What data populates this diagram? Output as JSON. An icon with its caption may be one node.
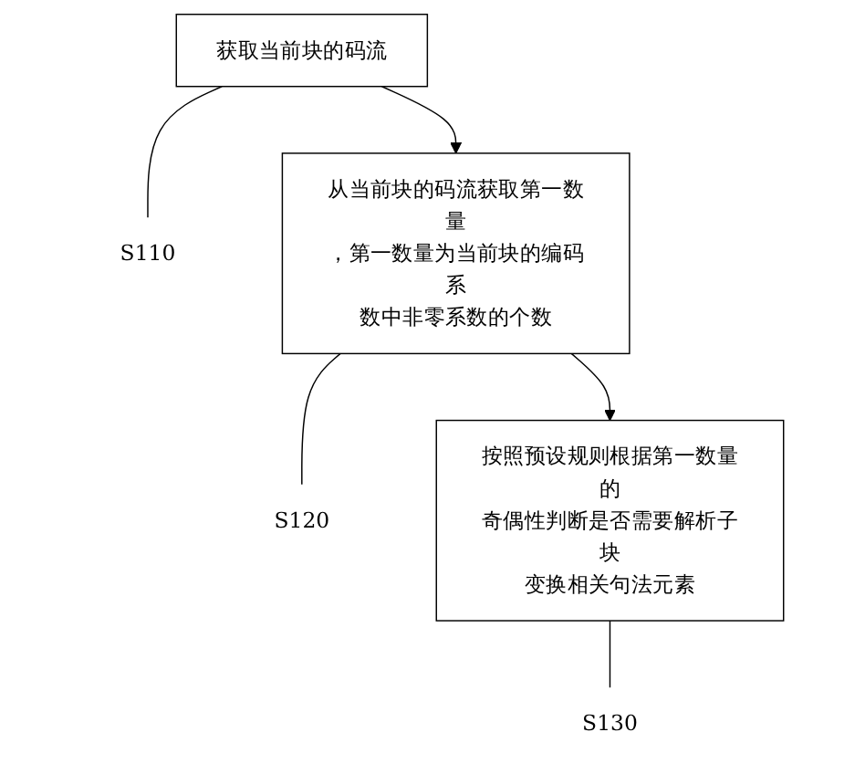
{
  "diagram": {
    "nodes": [
      {
        "text": [
          "获取当前块的码流"
        ]
      },
      {
        "text": [
          "S110"
        ]
      },
      {
        "text": [
          "从当前块的码流获取第一数量，第一数量为当前块的编码系数中非零系数的个数"
        ]
      },
      {
        "text": [
          "S120"
        ]
      },
      {
        "text": [
          "按照预设规则根据第一数量的奇偶性判断是否需要解析子块变换相关句法元素"
        ]
      },
      {
        "text": [
          "S130"
        ]
      }
    ],
    "edges": [
      {
        "from": 0,
        "to": 2,
        "arrow": "to"
      },
      {
        "from": 2,
        "to": 4,
        "arrow": "to"
      },
      {
        "from": 0,
        "to": 1,
        "arrow": "none"
      },
      {
        "from": 2,
        "to": 3,
        "arrow": "none"
      },
      {
        "from": 4,
        "to": 5,
        "arrow": "none"
      }
    ]
  }
}
